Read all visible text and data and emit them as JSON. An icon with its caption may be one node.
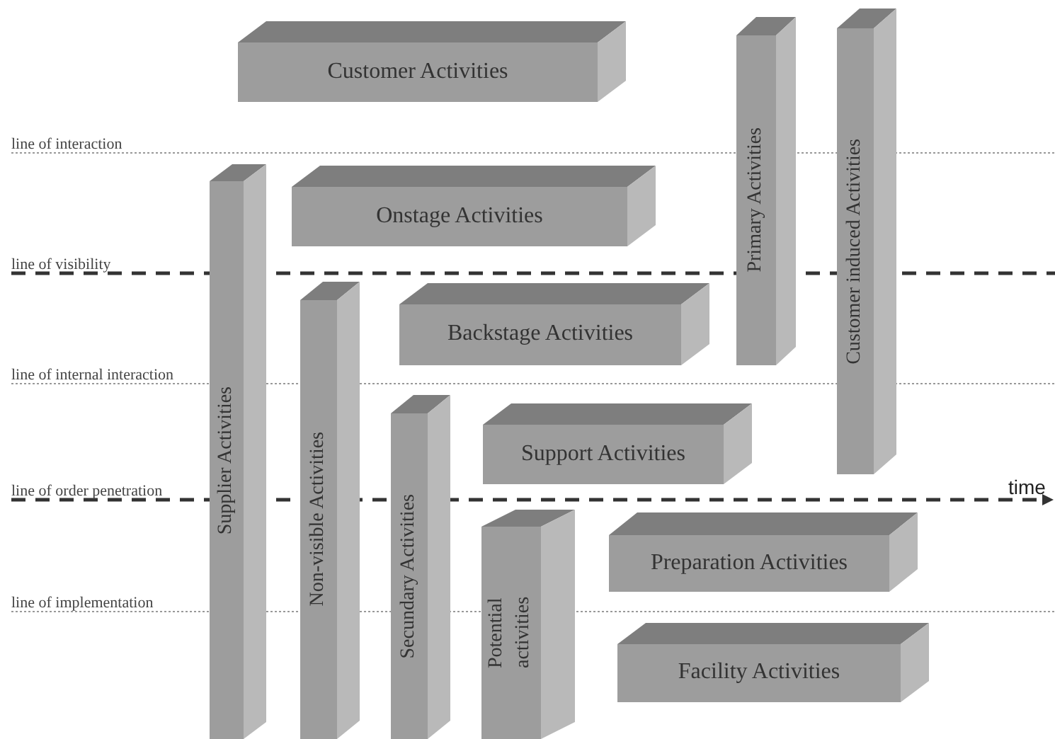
{
  "diagram": {
    "nodes": [
      {
        "text": [
          "Customer Activities"
        ]
      },
      {
        "text": [
          "Primary Activities"
        ]
      },
      {
        "text": [
          "Customer induced Activities"
        ]
      },
      {
        "text": [
          "Supplier Activities"
        ]
      },
      {
        "text": [
          "Onstage Activities"
        ]
      },
      {
        "text": [
          "Non-visible Activities"
        ]
      },
      {
        "text": [
          "Backstage Activities"
        ]
      },
      {
        "text": [
          "Secundary Activities"
        ]
      },
      {
        "text": [
          "Support Activities"
        ]
      },
      {
        "text": [
          "Potential activities"
        ]
      },
      {
        "text": [
          "Preparation Activities"
        ]
      },
      {
        "text": [
          "Facility Activities"
        ]
      }
    ],
    "labels": [
      "line of interaction",
      "line of visibility",
      "line of internal interaction",
      "line of order penetration",
      "time",
      "line of implementation"
    ]
  }
}
